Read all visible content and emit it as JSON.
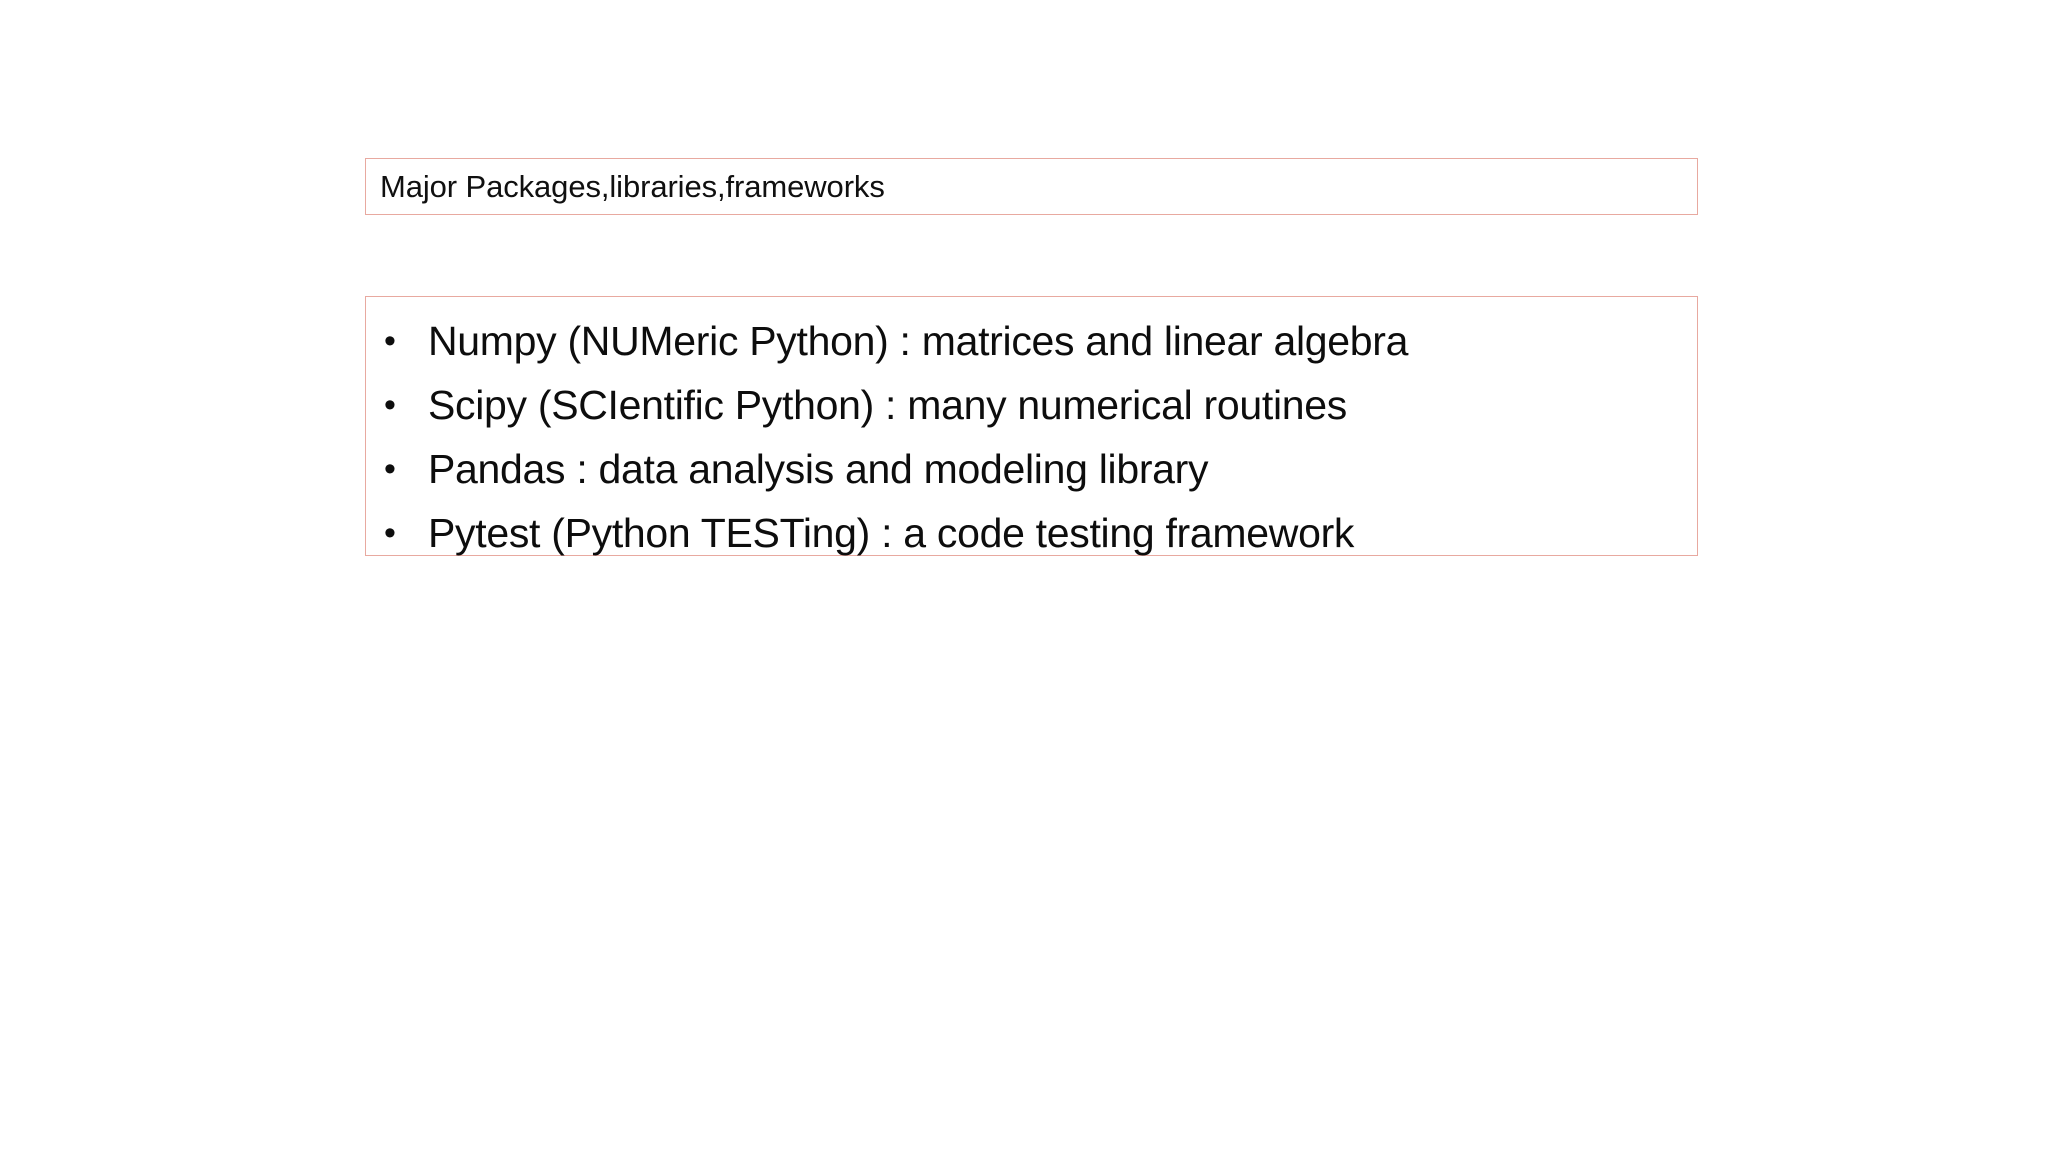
{
  "slide": {
    "background_color": "#ffffff",
    "placeholder_border_color": "#e8a9a0",
    "text_color": "#0d0d0d"
  },
  "title": {
    "text": "Major Packages,libraries,frameworks"
  },
  "content": {
    "bullet_glyph": "•",
    "items": [
      {
        "text": "Numpy (NUMeric Python) : matrices and linear algebra"
      },
      {
        "text": "Scipy (SCIentific Python) : many numerical routines"
      },
      {
        "text": "Pandas : data analysis and modeling library"
      },
      {
        "text": "Pytest (Python TESTing) : a code testing framework"
      }
    ]
  }
}
